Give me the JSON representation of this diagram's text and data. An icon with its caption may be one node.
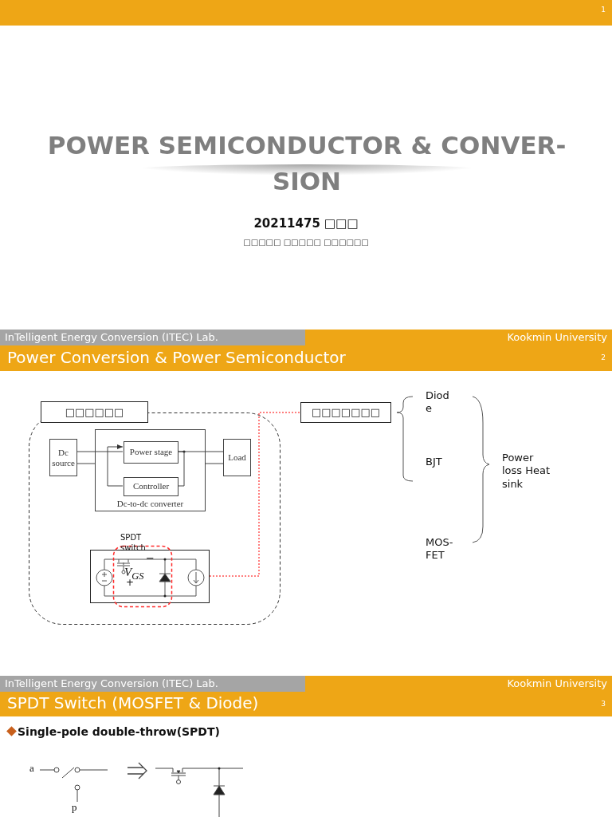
{
  "diagram": {
    "title": "POWER SEMICONDUCTOR & CONVER-SION",
    "nodes": [
      {
        "text": [
          "□□□□□□"
        ]
      },
      {
        "text": [],
        "shape": "box"
      },
      {
        "text": [
          "Dc source"
        ],
        "in": 1
      },
      {
        "text": [
          "Dc-to-dc converter"
        ],
        "in": 1
      },
      {
        "text": [
          "Power stage"
        ],
        "in": 3
      },
      {
        "text": [
          "Controller"
        ],
        "in": 3
      },
      {
        "text": [
          "Load"
        ],
        "in": 1
      },
      {
        "text": [],
        "shape": "picture",
        "in": 1
      },
      {
        "text": [],
        "shape": "box",
        "in": 1
      },
      {
        "text": [
          "□□□□□□□"
        ]
      },
      {
        "text": [],
        "shape": "picture",
        "beside": [
          "a",
          "p"
        ]
      },
      {
        "text": [],
        "shape": "picture"
      }
    ],
    "edges": [
      {
        "from": 2,
        "to": 4,
        "arrow": "none"
      },
      {
        "from": 4,
        "to": 6,
        "arrow": "none"
      },
      {
        "from": 4,
        "to": 5,
        "arrow": "none"
      },
      {
        "from": 5,
        "to": 4,
        "arrow": "to"
      },
      {
        "from": 2,
        "to": 3,
        "arrow": "none"
      },
      {
        "from": 3,
        "to": 6,
        "arrow": "none"
      },
      {
        "from": 7,
        "to": 9,
        "arrow": "none",
        "style": "dashed",
        "color": "#ff0000"
      },
      {
        "from": 10,
        "to": 11,
        "arrow": "to"
      }
    ],
    "labels": [
      "1",
      "20211475 □□□",
      "□□□□□ □□□□□ □□□□□□",
      "InTelligent Energy Conversion (ITEC) Lab.",
      "Kookmin University",
      "Power Conversion & Power Semiconductor",
      "2",
      "Diode",
      "BJT",
      "Power loss Heat sink",
      "SPDT switch",
      "−",
      "V$_{GS}$",
      "+",
      "MOS-FET",
      "InTelligent Energy Conversion (ITEC) Lab.",
      "Kookmin University",
      "SPDT Switch (MOSFET & Diode)",
      "3",
      "Single-pole double-throw(SPDT)"
    ]
  }
}
